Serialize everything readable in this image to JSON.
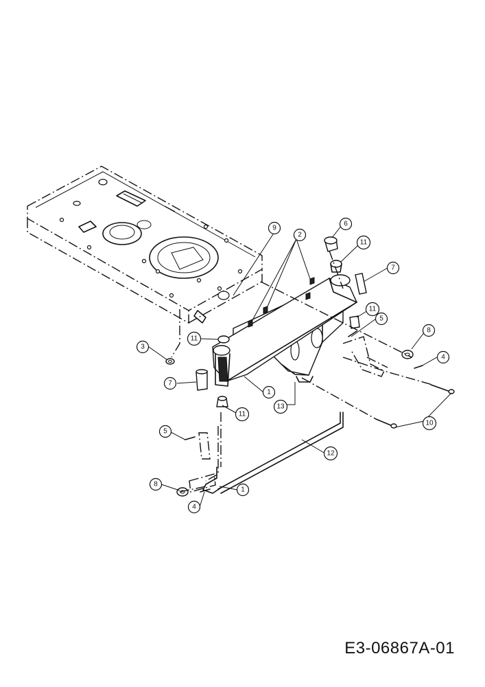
{
  "drawing_id": "E3-06867A-01",
  "callouts": [
    {
      "id": "callout-1-a",
      "label": "1"
    },
    {
      "id": "callout-1-b",
      "label": "1"
    },
    {
      "id": "callout-2",
      "label": "2"
    },
    {
      "id": "callout-3",
      "label": "3"
    },
    {
      "id": "callout-4-a",
      "label": "4"
    },
    {
      "id": "callout-4-b",
      "label": "4"
    },
    {
      "id": "callout-5-a",
      "label": "5"
    },
    {
      "id": "callout-5-b",
      "label": "5"
    },
    {
      "id": "callout-6",
      "label": "6"
    },
    {
      "id": "callout-7-a",
      "label": "7"
    },
    {
      "id": "callout-7-b",
      "label": "7"
    },
    {
      "id": "callout-8-a",
      "label": "8"
    },
    {
      "id": "callout-8-b",
      "label": "8"
    },
    {
      "id": "callout-9",
      "label": "9"
    },
    {
      "id": "callout-10",
      "label": "10"
    },
    {
      "id": "callout-11-a",
      "label": "11"
    },
    {
      "id": "callout-11-b",
      "label": "11"
    },
    {
      "id": "callout-11-c",
      "label": "11"
    },
    {
      "id": "callout-11-d",
      "label": "11"
    },
    {
      "id": "callout-12",
      "label": "12"
    },
    {
      "id": "callout-13",
      "label": "13"
    }
  ]
}
